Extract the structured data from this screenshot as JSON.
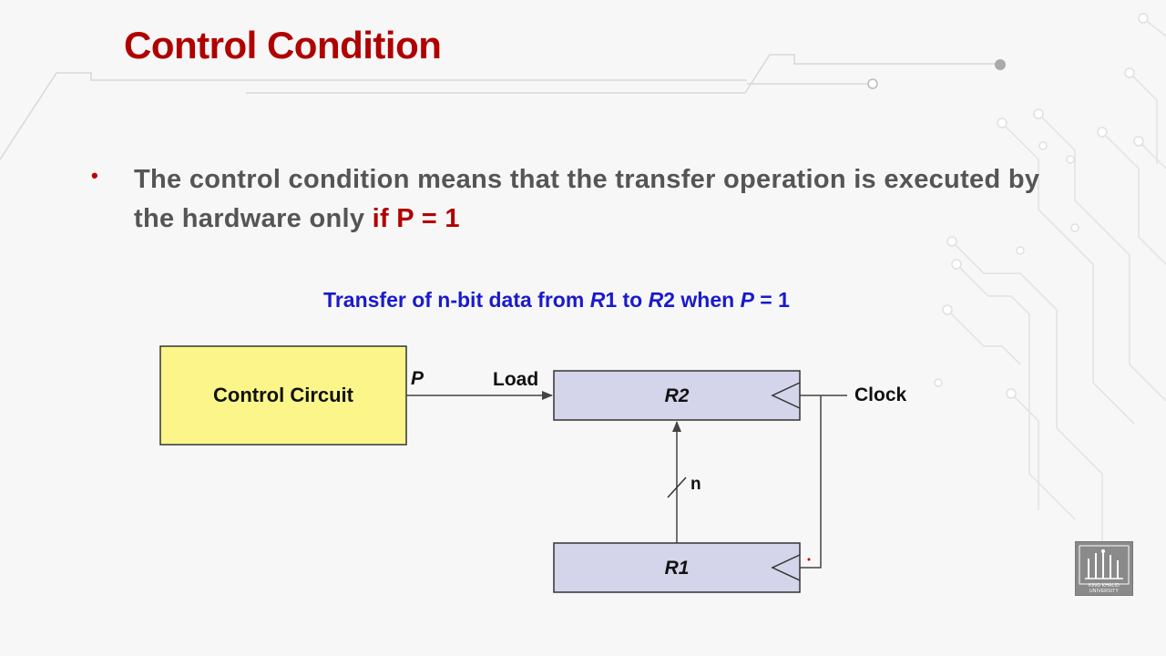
{
  "slide": {
    "title": "Control Condition",
    "bullet": {
      "text_before": "The control condition means that the transfer operation is executed by the hardware only ",
      "highlight": "if P = 1"
    }
  },
  "diagram": {
    "caption_parts": [
      "Transfer of n-bit data from ",
      "R",
      "1 to ",
      "R",
      "2 when ",
      "P",
      " = 1"
    ],
    "control_circuit_label": "Control Circuit",
    "p_label": "P",
    "load_label": "Load",
    "r2_label": "R2",
    "r1_label": "R1",
    "clock_label": "Clock",
    "n_label": "n"
  },
  "logo": {
    "text": "KING KHALID UNIVERSITY"
  },
  "colors": {
    "title": "#b00000",
    "highlight": "#b00000",
    "caption": "#1a1acc",
    "control_box": "#fcf68a",
    "register_box": "#d4d4ea"
  }
}
